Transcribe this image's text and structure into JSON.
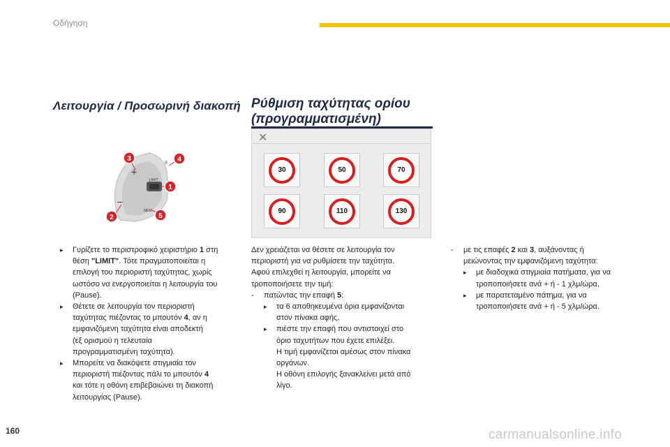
{
  "header": {
    "section": "Οδήγηση"
  },
  "left": {
    "title": "Λειτουργία / Προσωρινή διακοπή",
    "figure": {
      "callouts": [
        "3",
        "4",
        "1",
        "2",
        "5"
      ],
      "labels": [
        "LIMIT",
        "MEM",
        "+",
        "–",
        "II"
      ]
    },
    "bullets": [
      [
        [
          "Γυρίζετε το περιστροφικό χειριστήριο ",
          "1",
          " στη"
        ],
        [
          "θέση ",
          "\"LIMIT\"",
          ". Τότε πραγματοποιείται η"
        ],
        [
          "επιλογή του περιοριστή ταχύτητας, χωρίς"
        ],
        [
          "ωστόσο να ενεργοποιείται η λειτουργία του"
        ],
        [
          "(Pause)."
        ]
      ],
      [
        [
          "Θέτετε σε λειτουργία τον περιοριστή"
        ],
        [
          "ταχύτητας πιέζοντας το μπουτόν ",
          "4",
          ", αν η"
        ],
        [
          "εμφανιζόμενη ταχύτητα είναι αποδεκτή"
        ],
        [
          "(εξ ορισμού η τελευταία"
        ],
        [
          "προγραμματισμένη ταχύτητα)."
        ]
      ],
      [
        [
          "Μπορείτε να διακόψετε στιγμιαία τον"
        ],
        [
          "περιοριστή πιέζοντας πάλι το μπουτόν ",
          "4"
        ],
        [
          "και τότε η οθόνη επιβεβαιώνει τη διακοπή"
        ],
        [
          "λειτουργίας (Pause)."
        ]
      ]
    ]
  },
  "middle": {
    "title_line1": "Ρύθμιση ταχύτητας ορίου",
    "title_line2": "(προγραμματισμένη)",
    "screen": {
      "close_glyph": "✕",
      "speeds": [
        "30",
        "50",
        "70",
        "90",
        "110",
        "130"
      ]
    },
    "para1": "Δεν χρειάζεται να θέσετε σε λειτουργία τον",
    "para2": "περιοριστή για να ρυθμίσετε την ταχύτητα.",
    "para3": "Αφού επιλεχθεί η λειτουργία, μπορείτε να",
    "para4": "τροποποιήσετε την τιμή:",
    "dash1": "-",
    "dash1_text_a": "πατώντας την επαφή ",
    "dash1_bold": "5",
    "dash1_text_b": ":",
    "sub1": "τα 6 αποθηκευμένα όρια εμφανίζονται",
    "sub1b": "στον πίνακα αφής,",
    "sub2": "πιέστε την επαφή που αντιστοιχεί στο",
    "sub2b": "όριο ταχυτήτων που έχετε επιλέξει.",
    "sub2c": "Η τιμή εμφανίζεται αμέσως στον πίνακα",
    "sub2d": "οργάνων.",
    "sub2e": "Η οθόνη επιλογής ξανακλείνει μετά από",
    "sub2f": "λίγο."
  },
  "right": {
    "dash": "-",
    "l1a": "με τις επαφές ",
    "l1b": "2",
    "l1c": " και ",
    "l1d": "3",
    "l1e": ", αυξάνοντας ή",
    "l2": "μειώνοντας την εμφανιζόμενη ταχύτητα:",
    "s1a": "με διαδοχικά στιγμιαία πατήματα, για να",
    "s1b": "τροποποιήσετε ανά + ή - 1 χλμ/ώρα,",
    "s2a": "με παρατεταμένο πάτημα, για να",
    "s2b": "τροποποιήσετε ανά + ή - 5 χλμ/ώρα."
  },
  "footer": {
    "page": "160",
    "watermark": "carmanualsonline.info"
  },
  "colors": {
    "accent": "#f2c400",
    "heading": "#1f2a44",
    "sign_red": "#d61f1f",
    "callout_red": "#d0262b"
  },
  "icons": {
    "bullet": "checkbox-arrow-icon",
    "close": "close-icon"
  }
}
